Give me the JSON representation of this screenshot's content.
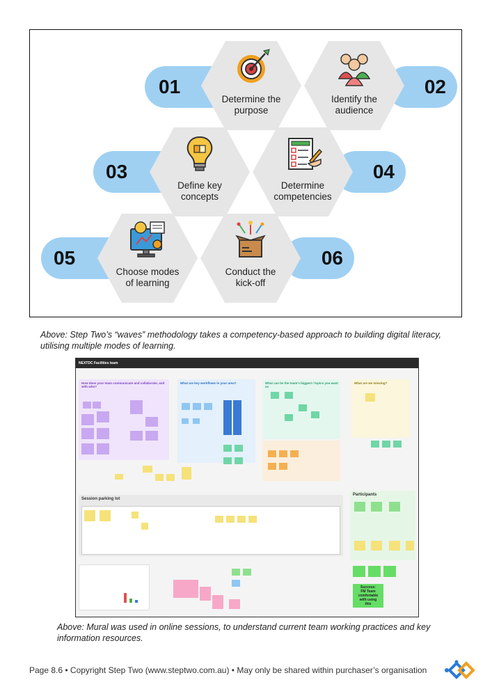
{
  "steps": [
    {
      "num": "01",
      "label_1": "Determine the",
      "label_2": "purpose",
      "icon": "target-gear-icon"
    },
    {
      "num": "02",
      "label_1": "Identify the",
      "label_2": "audience",
      "icon": "people-group-icon"
    },
    {
      "num": "03",
      "label_1": "Define key",
      "label_2": "concepts",
      "icon": "lightbulb-puzzle-icon"
    },
    {
      "num": "04",
      "label_1": "Determine",
      "label_2": "competencies",
      "icon": "checklist-hand-icon"
    },
    {
      "num": "05",
      "label_1": "Choose modes",
      "label_2": "of learning",
      "icon": "monitor-idea-icon"
    },
    {
      "num": "06",
      "label_1": "Conduct the",
      "label_2": "kick-off",
      "icon": "gift-box-fireworks-icon"
    }
  ],
  "colors": {
    "pill": "#9fd0f2",
    "hex": "#e6e6e6",
    "icon_accent": "#f0a020"
  },
  "caption1_line1": "Above: Step Two’s “waves” methodology takes a competency-based approach to building digital literacy,",
  "caption1_line2": "utilising multiple modes of learning.",
  "mural": {
    "title": "NEXTDC Facilities team",
    "zone1_title": "How does your team communicate and collaborate, and with who?",
    "zone2_title": "What are key workflows in your area?",
    "zone3_title": "What can be the team's biggest / topics you want as",
    "zone4_title": "What are we missing?",
    "parking_title": "Session parking lot",
    "participants_title": "Participants",
    "success_text_1": "Success:",
    "success_text_2": "FM Team",
    "success_text_3": "comfortable",
    "success_text_4": "with using",
    "success_text_5": "this"
  },
  "caption2_line1": "Above: Mural was used in online sessions, to understand current team working practices and key",
  "caption2_line2": "information resources.",
  "footer": "Page 8.6 • Copyright Step Two (www.steptwo.com.au) • May only be shared within purchaser’s organisation"
}
